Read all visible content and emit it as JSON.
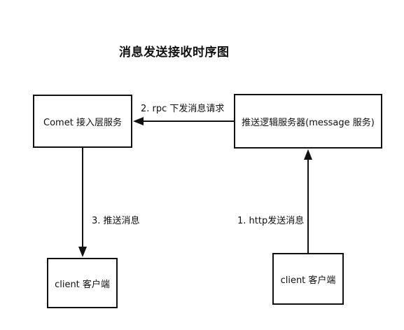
{
  "title": "消息发送接收时序图",
  "boxes": {
    "comet": "Comet 接入层服务",
    "logic": "推送逻辑服务器(message 服务)",
    "client_left": "client 客户端",
    "client_right": "client 客户端"
  },
  "edges": {
    "rpc": "2. rpc 下发消息请求",
    "push": "3. 推送消息",
    "http": "1. http发送消息"
  },
  "colors": {
    "stroke": "#111111",
    "background": "#ffffff"
  }
}
